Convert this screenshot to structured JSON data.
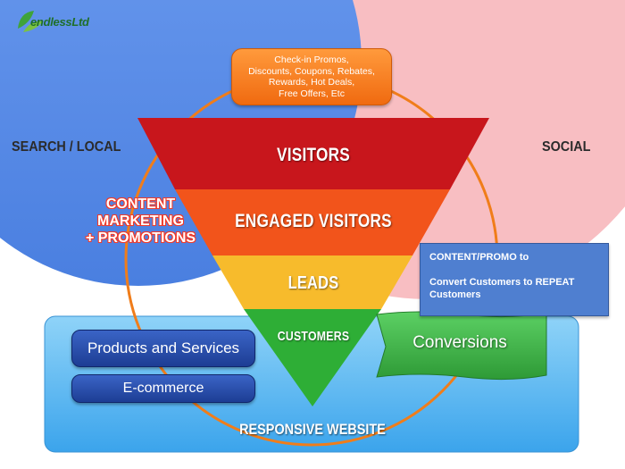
{
  "logo": {
    "text": "endlessLtd"
  },
  "categories": {
    "search_local": "SEARCH / LOCAL",
    "social": "SOCIAL"
  },
  "promo_box": {
    "text": "Check-in Promos,\nDiscounts, Coupons, Rebates,\nRewards, Hot Deals,\nFree Offers, Etc"
  },
  "funnel": {
    "stage1": "VISITORS",
    "stage2": "ENGAGED VISITORS",
    "stage3": "LEADS",
    "stage4": "CUSTOMERS",
    "colors": [
      "#c8161c",
      "#f2541b",
      "#f7bb2c",
      "#2eae36"
    ]
  },
  "content_marketing": {
    "line1": "CONTENT",
    "line2": "MARKETING",
    "line3": "+ PROMOTIONS"
  },
  "repeat_box": {
    "line1": "CONTENT/PROMO to",
    "line2": "Convert Customers to REPEAT Customers"
  },
  "website": {
    "products": "Products and Services",
    "ecommerce": "E-commerce",
    "label": "RESPONSIVE WEBSITE"
  },
  "conversions": "Conversions",
  "colors": {
    "search_circle": "#5b8fe8",
    "social_circle": "#f8bcc0",
    "ring": "#f07d1a",
    "website_panel": "#5eb6f0"
  }
}
